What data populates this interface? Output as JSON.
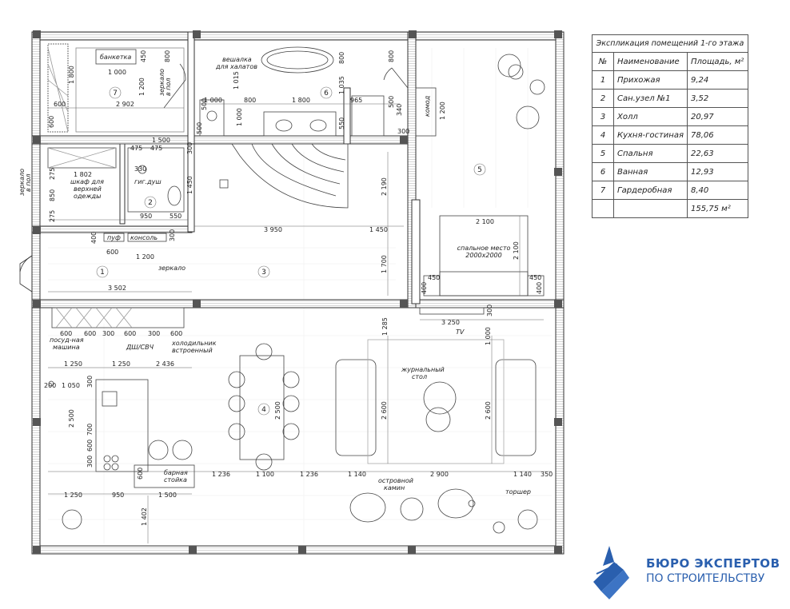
{
  "legend": {
    "title": "Экспликация помещений 1-го этажа",
    "headers": [
      "№",
      "Наименование",
      "Площадь, м²"
    ],
    "rows": [
      {
        "n": "1",
        "name": "Прихожая",
        "area": "9,24"
      },
      {
        "n": "2",
        "name": "Сан.узел №1",
        "area": "3,52"
      },
      {
        "n": "3",
        "name": "Холл",
        "area": "20,97"
      },
      {
        "n": "4",
        "name": "Кухня-гостиная",
        "area": "78,06"
      },
      {
        "n": "5",
        "name": "Спальня",
        "area": "22,63"
      },
      {
        "n": "6",
        "name": "Ванная",
        "area": "12,93"
      },
      {
        "n": "7",
        "name": "Гардеробная",
        "area": "8,40"
      }
    ],
    "total": "155,75 м²"
  },
  "logo": {
    "line1": "БЮРО ЭКСПЕРТОВ",
    "line2": "ПО СТРОИТЕЛЬСТВУ",
    "color": "#2a5fae"
  },
  "plan": {
    "room_numbers": [
      "1",
      "2",
      "3",
      "4",
      "5",
      "6",
      "7"
    ],
    "labels": {
      "banketka": "банкетка",
      "mirror_floor": "зеркало",
      "mirror_floor2": "в пол",
      "hanger": "вешалка",
      "hanger2": "для халатов",
      "komod": "комод",
      "wardrobe1": "шкаф для",
      "wardrobe2": "верхней",
      "wardrobe3": "одежды",
      "mirror_left1": "зеркало",
      "mirror_left2": "в пол",
      "shower": "гиг.душ",
      "puf": "пуф",
      "console": "консоль",
      "mirror_hall": "зеркало",
      "bed1": "спальное место",
      "bed2": "2000х2000",
      "tv": "TV",
      "dishwasher1": "посуд-ная",
      "dishwasher2": "машина",
      "dsh": "ДШ/СВЧ",
      "fridge1": "холодильник",
      "fridge2": "встроенный",
      "coffee1": "журнальный",
      "coffee2": "стол",
      "bar1": "барная",
      "bar2": "стойка",
      "island1": "островной",
      "island2": "камин",
      "lamp": "торшер"
    },
    "dims": {
      "d1800a": "1 800",
      "d1000a": "1 000",
      "d450a": "450",
      "d1200a": "1 200",
      "d2902": "2 902",
      "d600a": "600",
      "d600b": "600",
      "d800a": "800",
      "d1015": "1 015",
      "d1000b": "1 000",
      "d800b": "800",
      "d1800b": "1 800",
      "d965": "965",
      "d1035": "1 035",
      "d800c": "800",
      "d800d": "800",
      "d550a": "550",
      "d500a": "500",
      "d500b": "500",
      "d1000c": "1 000",
      "d500c": "500",
      "d340": "340",
      "d300a": "300",
      "d1200b": "1 200",
      "d1500a": "1 500",
      "d475a": "475",
      "d475b": "475",
      "d300b": "300",
      "d330": "330",
      "d1802": "1 802",
      "d275a": "275",
      "d850": "850",
      "d275b": "275",
      "d950a": "950",
      "d550b": "550",
      "d1450a": "1 450",
      "d3950": "3 950",
      "d1450b": "1 450",
      "d2190": "2 190",
      "d400a": "400",
      "d600c": "600",
      "d300c": "300",
      "d1200c": "1 200",
      "d1700": "1 700",
      "d3502": "3 502",
      "d2100a": "2 100",
      "d2100b": "2 100",
      "d450b": "450",
      "d450c": "450",
      "d400b": "400",
      "d400c": "400",
      "d3250": "3 250",
      "d300d": "300",
      "d1285": "1 285",
      "d1000d": "1 000",
      "d600k1": "600",
      "d600k2": "600",
      "d300k1": "300",
      "d600k3": "600",
      "d300k2": "300",
      "d600k4": "600",
      "d1250a": "1 250",
      "d1250b": "1 250",
      "d2436": "2 436",
      "d1050": "1 050",
      "d200": "200",
      "d300e": "300",
      "d2500a": "2 500",
      "d700": "700",
      "d600e": "600",
      "d300f": "300",
      "d2500b": "2 500",
      "d2600a": "2 600",
      "d2600b": "2 600",
      "d600f": "600",
      "d1236a": "1 236",
      "d1100": "1 100",
      "d1236b": "1 236",
      "d1140a": "1 140",
      "d2900": "2 900",
      "d1140b": "1 140",
      "d350": "350",
      "d1250c": "1 250",
      "d950b": "950",
      "d1500b": "1 500",
      "d1402": "1 402"
    }
  }
}
